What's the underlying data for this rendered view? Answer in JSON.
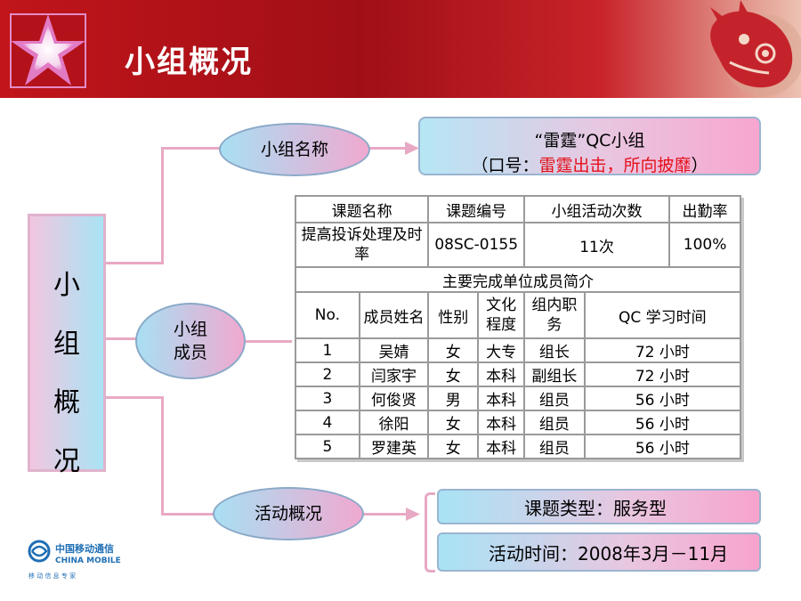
{
  "header": {
    "title": "小组概况"
  },
  "left_box": {
    "chars": [
      "小",
      "组",
      "概",
      "况"
    ]
  },
  "ovals": {
    "group_name": "小组名称",
    "members_line1": "小组",
    "members_line2": "成员",
    "activity": "活动概况"
  },
  "group_name": {
    "line1": "“雷霆”QC小组",
    "line2_open": "（口号：",
    "slogan": "雷霆出击，所向披靡",
    "line2_close": "）"
  },
  "table": {
    "head_labels": [
      "课题名称",
      "课题编号",
      "小组活动次数",
      "出勤率"
    ],
    "project": {
      "name": "提高投诉处理及时率",
      "code": "08SC-0155",
      "count": "11次",
      "attendance": "100%"
    },
    "member_section_title": "主要完成单位成员简介",
    "member_headers": [
      "No.",
      "成员姓名",
      "性别",
      "文化程度",
      "组内职务",
      "QC 学习时间"
    ],
    "members": [
      [
        "1",
        "吴婧",
        "女",
        "大专",
        "组长",
        "72 小时"
      ],
      [
        "2",
        "闫家宇",
        "女",
        "本科",
        "副组长",
        "72 小时"
      ],
      [
        "3",
        "何俊贤",
        "男",
        "本科",
        "组员",
        "56 小时"
      ],
      [
        "4",
        "徐阳",
        "女",
        "本科",
        "组员",
        "56 小时"
      ],
      [
        "5",
        "罗建英",
        "女",
        "本科",
        "组员",
        "56 小时"
      ]
    ]
  },
  "activity": {
    "type": "课题类型：服务型",
    "time": "活动时间：2008年3月－11月"
  },
  "logo": {
    "cn": "中国移动通信",
    "en": "CHINA MOBILE",
    "tagline": "移 动 信 息 专 家"
  },
  "colors": {
    "header_red": "#b3121a",
    "slogan_red": "#e4101a",
    "line_pink": "#e8a9c4"
  }
}
